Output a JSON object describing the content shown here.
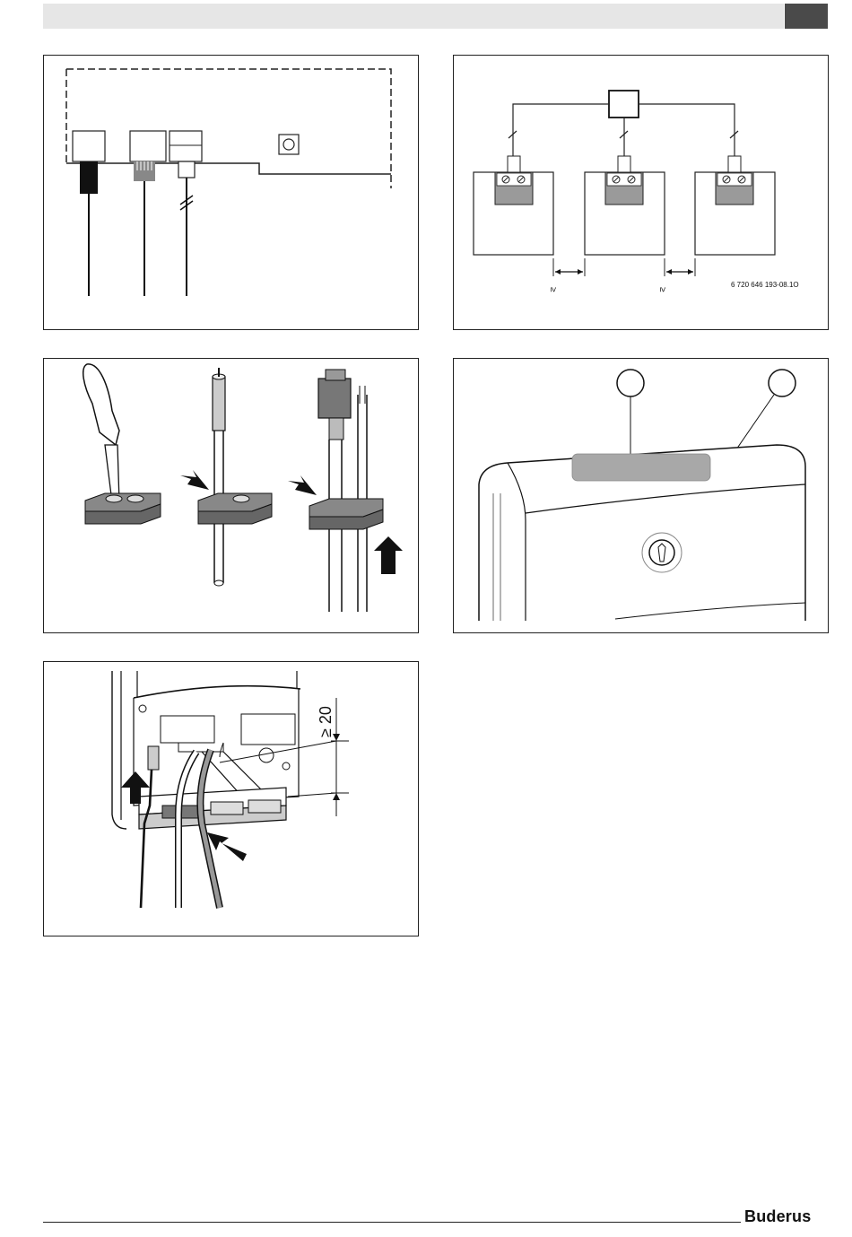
{
  "diagram_wiring": {
    "figure_code": "6 720 646 193-08.1O",
    "spacing_symbol_left": "≥",
    "spacing_symbol_right": "≥"
  },
  "mounting_figure": {
    "clearance_label": "≥ 20"
  },
  "footer": {
    "brand": "Buderus"
  },
  "colors": {
    "header_bar": "#e6e6e6",
    "header_tab": "#4a4a4a",
    "terminal_fill": "#9a9a9a",
    "label_plate": "#a8a8a8"
  }
}
